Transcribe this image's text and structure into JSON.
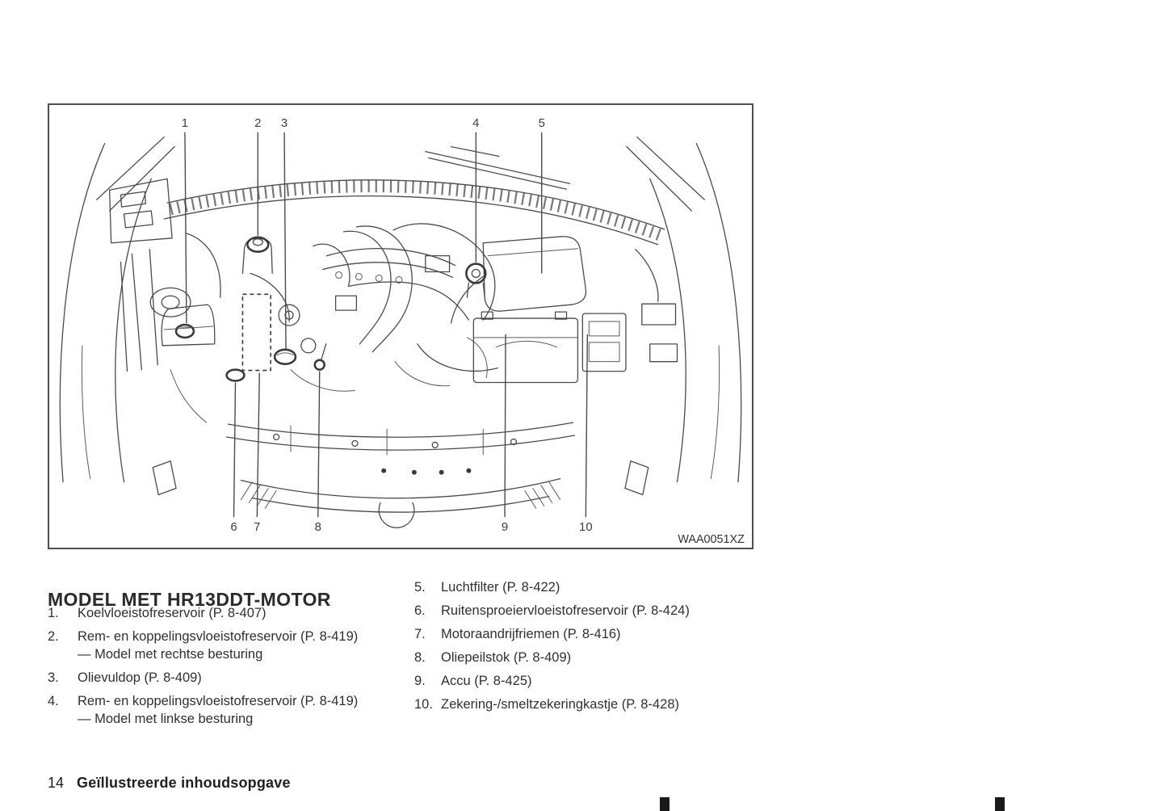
{
  "figure": {
    "code": "WAA0051XZ",
    "callouts": [
      "1",
      "2",
      "3",
      "4",
      "5",
      "6",
      "7",
      "8",
      "9",
      "10"
    ]
  },
  "section": {
    "heading": "MODEL MET HR13DDT-MOTOR",
    "legend_left": [
      {
        "num": "1.",
        "text": "Koelvloeistofreservoir (P. 8-407)"
      },
      {
        "num": "2.",
        "text": "Rem- en koppelingsvloeistofreservoir (P. 8-419)",
        "note": "— Model met rechtse besturing"
      },
      {
        "num": "3.",
        "text": "Olievuldop (P. 8-409)"
      },
      {
        "num": "4.",
        "text": "Rem- en koppelingsvloeistofreservoir (P. 8-419)",
        "note": "— Model met linkse besturing"
      }
    ],
    "legend_right": [
      {
        "num": "5.",
        "text": "Luchtfilter (P. 8-422)"
      },
      {
        "num": "6.",
        "text": "Ruitensproeiervloeistofreservoir (P. 8-424)"
      },
      {
        "num": "7.",
        "text": "Motoraandrijfriemen (P. 8-416)"
      },
      {
        "num": "8.",
        "text": "Oliepeilstok (P. 8-409)"
      },
      {
        "num": "9.",
        "text": "Accu (P. 8-425)"
      },
      {
        "num": "10.",
        "text": "Zekering-/smeltzekeringkastje (P. 8-428)"
      }
    ]
  },
  "footer": {
    "page_number": "14",
    "chapter_title": "Geïllustreerde inhoudsopgave"
  },
  "colors": {
    "line": "#4a4a4a",
    "text": "#2d2d2d",
    "thumb_mark": "#1a1a1a"
  }
}
